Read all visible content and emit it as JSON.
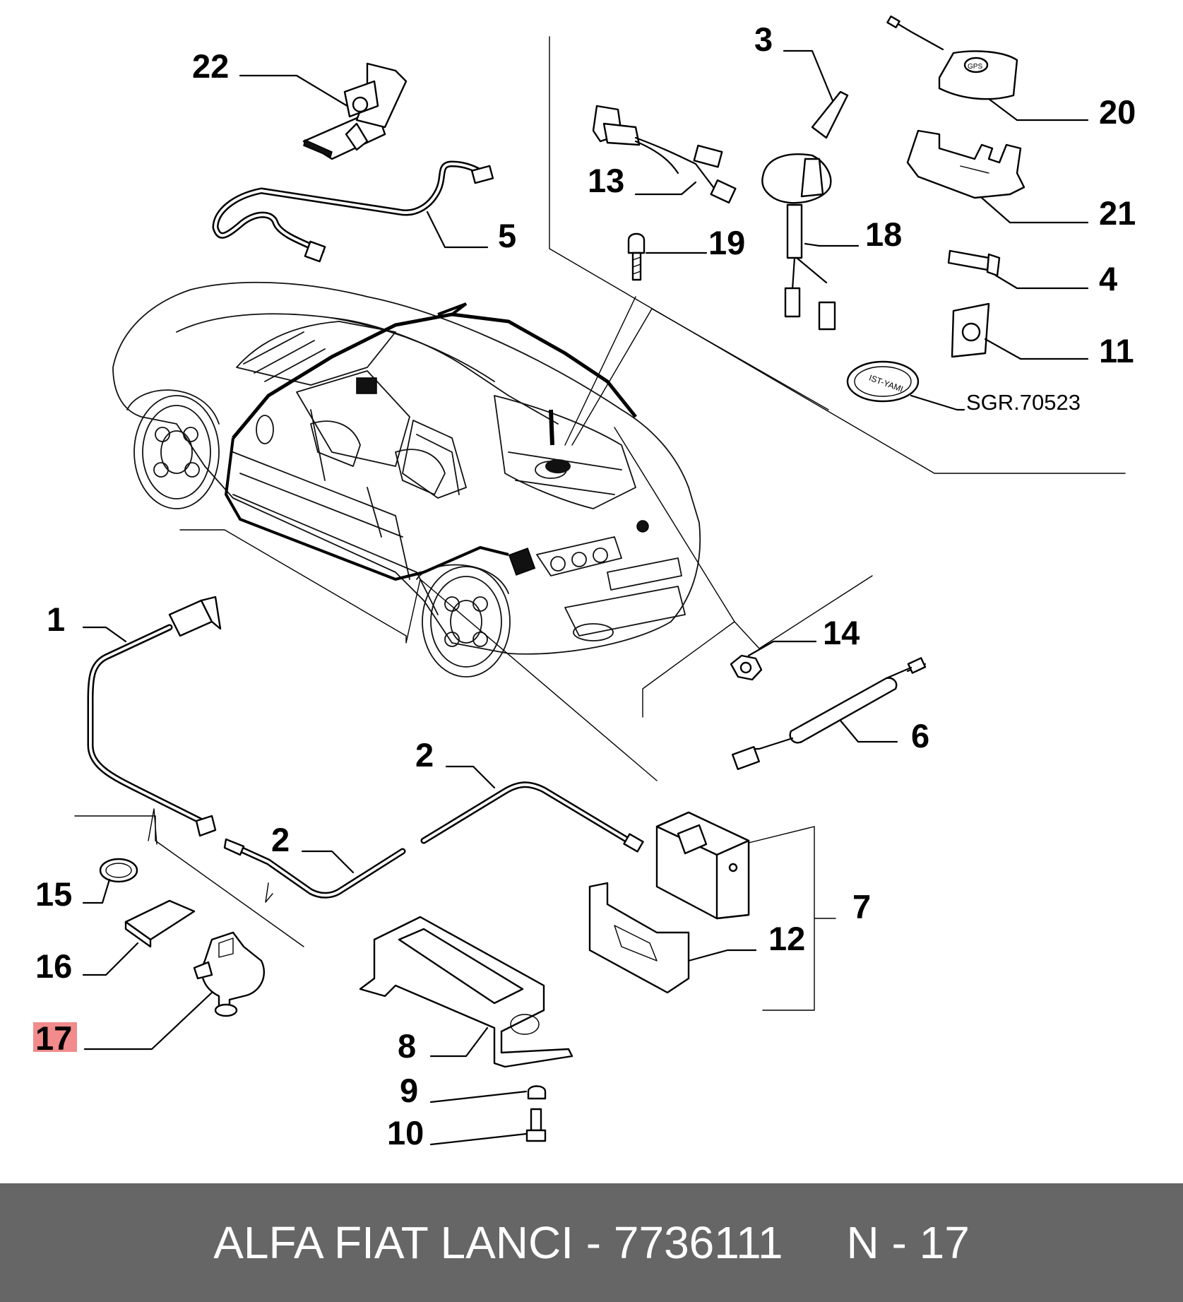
{
  "callouts": {
    "c1": "1",
    "c2a": "2",
    "c2b": "2",
    "c3": "3",
    "c4": "4",
    "c5": "5",
    "c6": "6",
    "c7": "7",
    "c8": "8",
    "c9": "9",
    "c10": "10",
    "c11": "11",
    "c12": "12",
    "c13": "13",
    "c14": "14",
    "c15": "15",
    "c16": "16",
    "c17": "17",
    "c18": "18",
    "c19": "19",
    "c20": "20",
    "c21": "21",
    "c22": "22"
  },
  "reference_label": "SGR.70523",
  "part_labels": {
    "gps_label": "GPS",
    "sticker_text": "IST-YAMI"
  },
  "highlight": {
    "callout": "17",
    "color": "#f28b8b"
  },
  "footer": {
    "brand": "ALFA FIAT LANCI",
    "separator": " - ",
    "part_number": "7736111",
    "ref": "N - 17"
  },
  "colors": {
    "footer_bg": "#666666",
    "footer_text": "#ffffff"
  }
}
